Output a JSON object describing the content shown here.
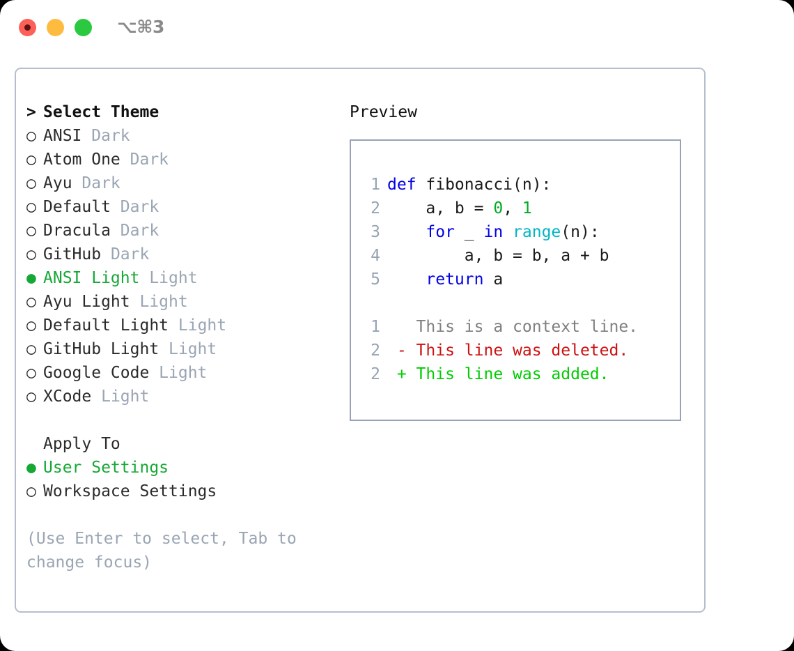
{
  "titlebar": {
    "shortcut": "⌥⌘3",
    "buttons": [
      {
        "name": "close",
        "color": "#fc6058"
      },
      {
        "name": "minimize",
        "color": "#fdbc40"
      },
      {
        "name": "maximize",
        "color": "#2bc93f"
      }
    ]
  },
  "theme_panel": {
    "prompt": ">",
    "title": "Select Theme",
    "bullet_selected": "●",
    "bullet_unselected": "○",
    "selected_color": "#16a835",
    "suffix_color": "#9aa5b4",
    "items": [
      {
        "label": "ANSI",
        "suffix": "Dark",
        "selected": false
      },
      {
        "label": "Atom One",
        "suffix": "Dark",
        "selected": false
      },
      {
        "label": "Ayu",
        "suffix": "Dark",
        "selected": false
      },
      {
        "label": "Default",
        "suffix": "Dark",
        "selected": false
      },
      {
        "label": "Dracula",
        "suffix": "Dark",
        "selected": false
      },
      {
        "label": "GitHub",
        "suffix": "Dark",
        "selected": false
      },
      {
        "label": "ANSI Light",
        "suffix": "Light",
        "selected": true
      },
      {
        "label": "Ayu Light",
        "suffix": "Light",
        "selected": false
      },
      {
        "label": "Default Light",
        "suffix": "Light",
        "selected": false
      },
      {
        "label": "GitHub Light",
        "suffix": "Light",
        "selected": false
      },
      {
        "label": "Google Code",
        "suffix": "Light",
        "selected": false
      },
      {
        "label": "XCode",
        "suffix": "Light",
        "selected": false
      }
    ]
  },
  "apply_to": {
    "title": "Apply To",
    "options": [
      {
        "label": "User Settings",
        "selected": true
      },
      {
        "label": "Workspace Settings",
        "selected": false
      }
    ]
  },
  "hint": {
    "line1": "(Use Enter to select, Tab to",
    "line2": "change focus)"
  },
  "preview": {
    "label": "Preview",
    "code": {
      "lines": [
        {
          "number": "1",
          "tokens": [
            {
              "text": "def ",
              "type": "keyword"
            },
            {
              "text": "fibonacci(n):",
              "type": "plain"
            }
          ]
        },
        {
          "number": "2",
          "tokens": [
            {
              "text": "    a, b = ",
              "type": "plain"
            },
            {
              "text": "0",
              "type": "number"
            },
            {
              "text": ", ",
              "type": "plain"
            },
            {
              "text": "1",
              "type": "number"
            }
          ]
        },
        {
          "number": "3",
          "tokens": [
            {
              "text": "    ",
              "type": "plain"
            },
            {
              "text": "for",
              "type": "keyword"
            },
            {
              "text": " _ ",
              "type": "plain"
            },
            {
              "text": "in",
              "type": "keyword"
            },
            {
              "text": " ",
              "type": "plain"
            },
            {
              "text": "range",
              "type": "function"
            },
            {
              "text": "(n):",
              "type": "plain"
            }
          ]
        },
        {
          "number": "4",
          "tokens": [
            {
              "text": "        a, b = b, a + b",
              "type": "plain"
            }
          ]
        },
        {
          "number": "5",
          "tokens": [
            {
              "text": "    ",
              "type": "plain"
            },
            {
              "text": "return",
              "type": "keyword"
            },
            {
              "text": " a",
              "type": "plain"
            }
          ]
        }
      ]
    },
    "diff": {
      "lines": [
        {
          "number": "1",
          "marker": " ",
          "text": " This is a context line.",
          "type": "context"
        },
        {
          "number": "2",
          "marker": "-",
          "text": " This line was deleted.",
          "type": "deleted"
        },
        {
          "number": "2",
          "marker": "+",
          "text": " This line was added.",
          "type": "added"
        }
      ]
    },
    "colors": {
      "keyword": "#0000e6",
      "function": "#00b5c4",
      "number": "#00aa22",
      "context": "#808080",
      "deleted": "#cc1111",
      "added": "#00cc00",
      "linenumber": "#97a3b4",
      "border": "#97a3b4"
    }
  }
}
